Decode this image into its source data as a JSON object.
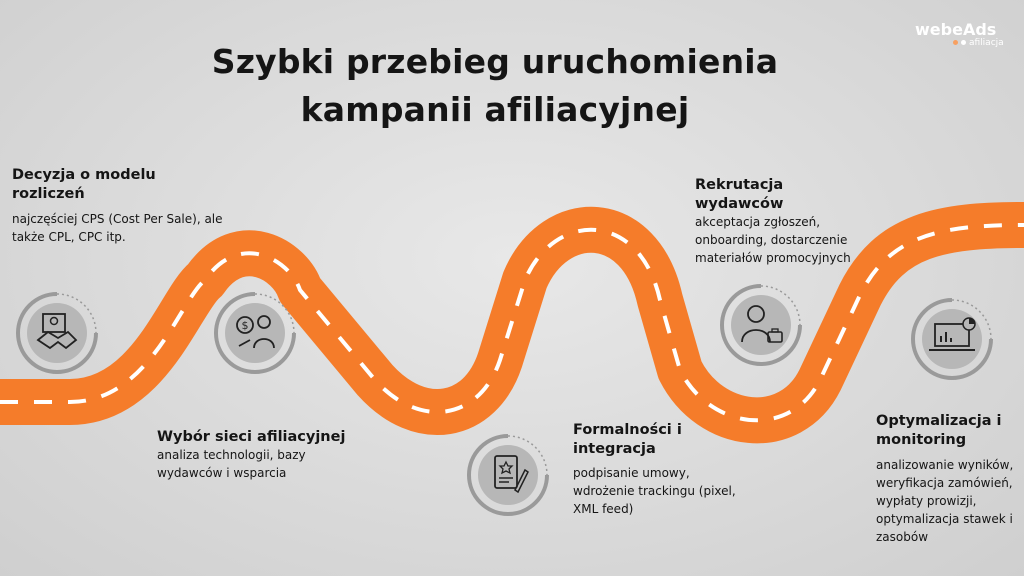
{
  "title": "Szybki przebieg uruchomienia kampanii afiliacyjnej",
  "logo": {
    "name": "webeAds",
    "sub": "afiliacja"
  },
  "colors": {
    "road": "#f57c2a",
    "dash": "#ffffff",
    "icon_bg": "#b7b7b7",
    "ring": "#9a9a9a"
  },
  "steps": [
    {
      "title": "Decyzja o modelu rozliczeń",
      "desc": "najczęściej CPS (Cost Per Sale), ale także CPL, CPC itp.",
      "icon": "handshake-icon"
    },
    {
      "title": "Wybór sieci afiliacyjnej",
      "desc": "analiza technologii, bazy wydawców i wsparcia",
      "icon": "money-person-icon"
    },
    {
      "title": "Formalności i integracja",
      "desc": "podpisanie umowy, wdrożenie trackingu (pixel, XML feed)",
      "icon": "contract-icon"
    },
    {
      "title": "Rekrutacja wydawców",
      "desc": "akceptacja zgłoszeń, onboarding, dostarczenie materiałów promocyjnych",
      "icon": "recruiter-icon"
    },
    {
      "title": "Optymalizacja i monitoring",
      "desc": "analizowanie wyników, weryfikacja zamówień, wypłaty prowizji, optymalizacja stawek i zasobów",
      "icon": "laptop-analytics-icon"
    }
  ]
}
